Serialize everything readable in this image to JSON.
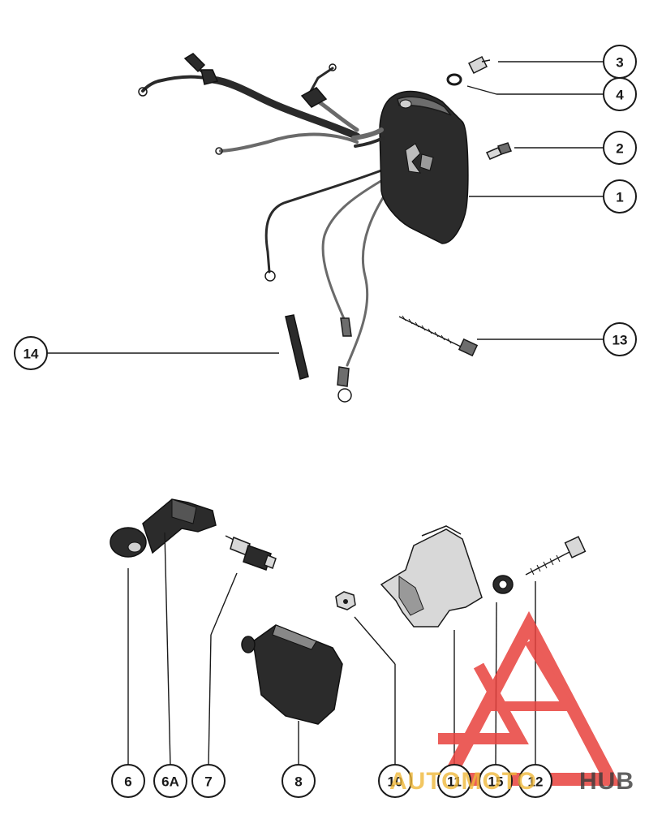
{
  "callouts": {
    "c1": "1",
    "c2": "2",
    "c3": "3",
    "c4": "4",
    "c6": "6",
    "c6a": "6A",
    "c7": "7",
    "c8": "8",
    "c10": "10",
    "c11": "11",
    "c12": "12",
    "c13": "13",
    "c14": "14",
    "c15": "15"
  },
  "watermark": {
    "text_a": "AUTOMOTO",
    "text_b": "HUB",
    "color_red": "#e8413d",
    "color_gold": "#f0b93a",
    "color_dark": "#3a3a3a"
  }
}
